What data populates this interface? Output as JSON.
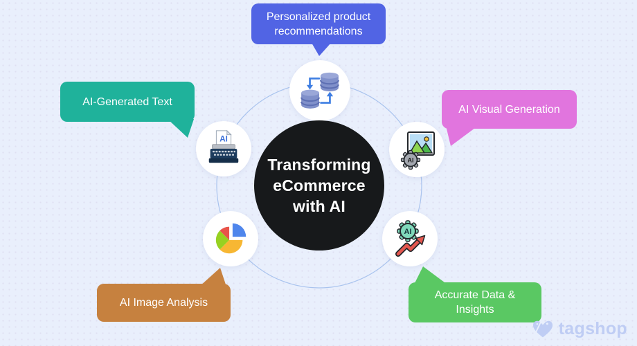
{
  "diagram": {
    "background_color": "#e9effc",
    "ring_color": "#a9c3ee",
    "center_bg": "#17191b",
    "title_color": "#ffffff",
    "title_lines": [
      "Transforming",
      "eCommerce",
      "with AI"
    ]
  },
  "callouts": {
    "top": {
      "label": "Personalized product recommendations",
      "color": "#5164e4",
      "text_color": "#ffffff"
    },
    "left": {
      "label": "AI-Generated Text",
      "color": "#1fb29b",
      "text_color": "#ffffff"
    },
    "right": {
      "label": "AI Visual Generation",
      "color": "#e175de",
      "text_color": "#ffffff"
    },
    "bottom_left": {
      "label": "AI Image Analysis",
      "color": "#c6813f",
      "text_color": "#ffffff"
    },
    "bottom_right": {
      "label": "Accurate Data & Insights",
      "color": "#5ac863",
      "text_color": "#ffffff"
    }
  },
  "nodes": {
    "top": {
      "icon": "database-sync-icon"
    },
    "left": {
      "icon": "ai-typewriter-icon",
      "ai_label": "AI"
    },
    "right": {
      "icon": "ai-image-generation-icon",
      "ai_label": "AI"
    },
    "bottom_left": {
      "icon": "pie-chart-icon"
    },
    "bottom_right": {
      "icon": "ai-data-growth-icon",
      "ai_label": "AI"
    }
  },
  "icon_colors": {
    "database_fill": "#8090ca",
    "database_top": "#9aa7d8",
    "database_band": "#5d6fb3",
    "sync_arrow": "#3d7de2",
    "typewriter_body": "#1d3c5e",
    "typewriter_base": "#152e49",
    "typewriter_platen": "#b9bec6",
    "paper_ai_text": "#3a6fd8",
    "image_sky": "#b9def5",
    "image_sun": "#f2c23e",
    "mountain_light": "#8ed64f",
    "mountain_dark": "#4cb84c",
    "gear_gray": "#a3a7af",
    "pie_blue": "#4f86ec",
    "pie_red": "#e8544a",
    "pie_green": "#97d121",
    "pie_yellow": "#f7b733",
    "gear_mint": "#7fd9ba",
    "growth_arrow_red": "#e4574f",
    "icon_outline": "#22262a"
  },
  "watermark": {
    "text": "tagshop",
    "color": "#bfcdf4"
  }
}
